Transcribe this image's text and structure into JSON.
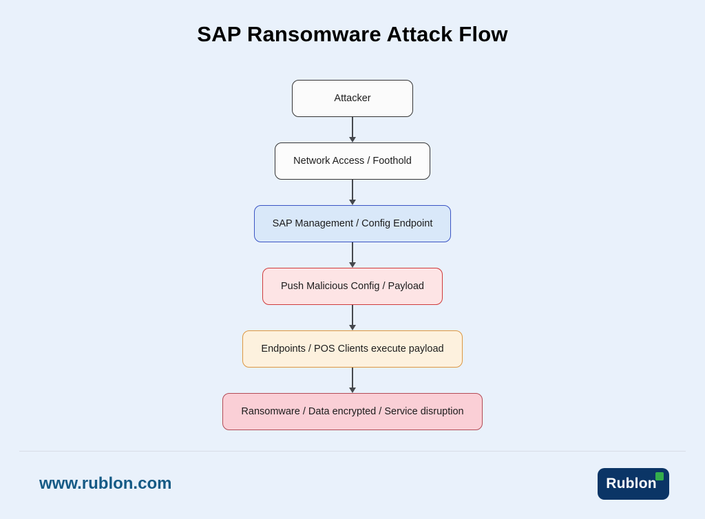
{
  "title": "SAP Ransomware Attack Flow",
  "flow": {
    "nodes": [
      {
        "id": "attacker",
        "label": "Attacker",
        "bg": "#fbfbfb",
        "border": "#333333"
      },
      {
        "id": "network-access",
        "label": "Network Access / Foothold",
        "bg": "#fcfcfc",
        "border": "#333333"
      },
      {
        "id": "sap-endpoint",
        "label": "SAP Management / Config Endpoint",
        "bg": "#d9e8f9",
        "border": "#3a54c4"
      },
      {
        "id": "push-config",
        "label": "Push Malicious Config / Payload",
        "bg": "#fde4e5",
        "border": "#cf3b3b"
      },
      {
        "id": "endpoints-execute",
        "label": "Endpoints / POS Clients execute payload",
        "bg": "#fdf1de",
        "border": "#dd9741"
      },
      {
        "id": "ransomware",
        "label": "Ransomware / Data encrypted / Service disruption",
        "bg": "#facfd6",
        "border": "#b24a55"
      }
    ],
    "arrow_color": "#45484d"
  },
  "footer": {
    "website": "www.rublon.com",
    "logo_text": "Rublon"
  },
  "colors": {
    "background": "#e9f1fb",
    "divider": "#d7dde6",
    "website_link": "#155a85",
    "logo_bg": "#0b3566",
    "logo_square": "#34ad4c"
  }
}
